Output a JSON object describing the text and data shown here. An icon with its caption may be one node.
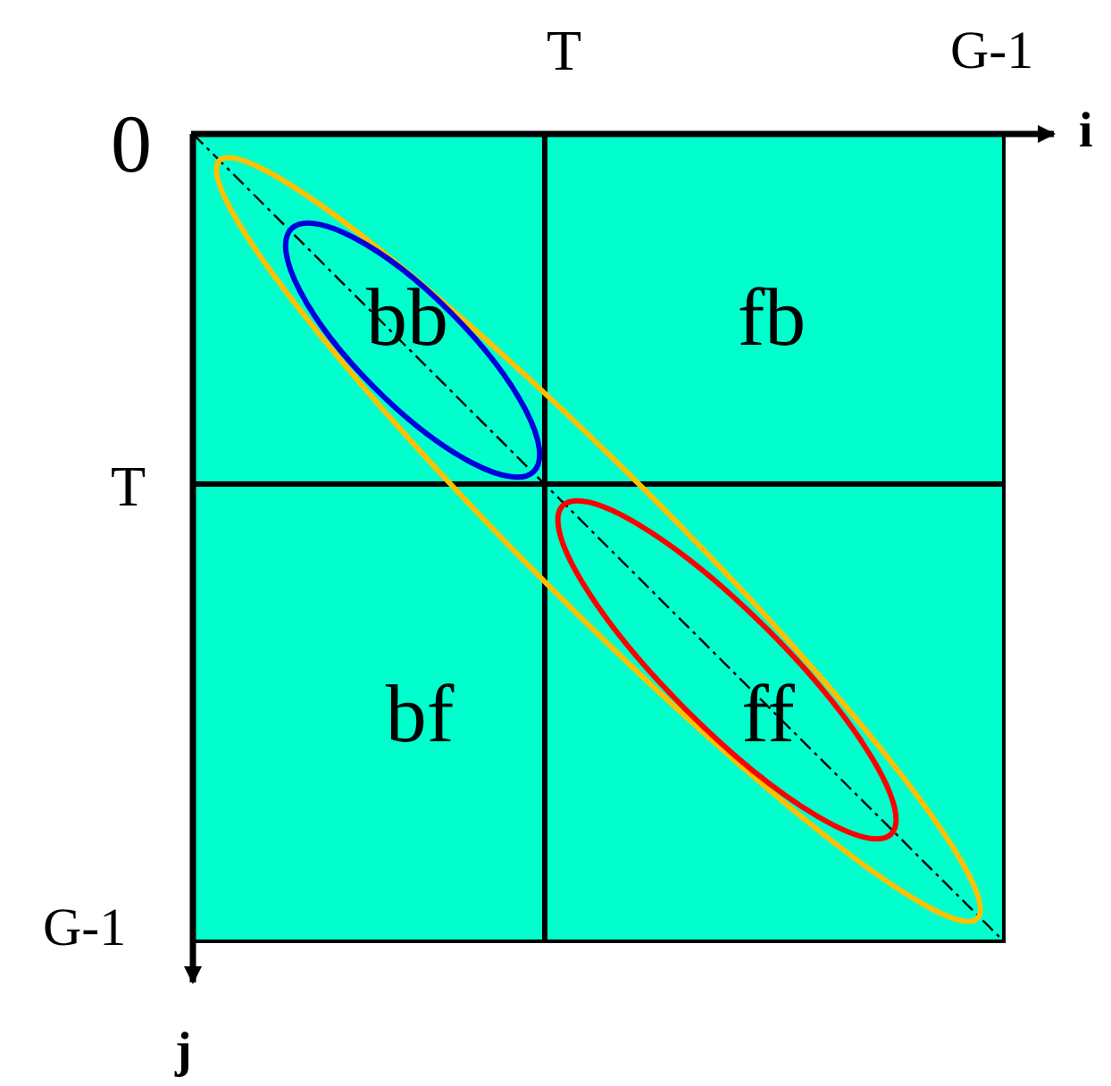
{
  "diagram": {
    "nodes": [
      {
        "text": [
          "bb"
        ]
      },
      {
        "text": [
          "fb"
        ]
      },
      {
        "text": [
          "bf"
        ]
      },
      {
        "text": [
          "ff"
        ]
      }
    ],
    "labels": [
      "T",
      "G-1",
      "0",
      "i",
      "T",
      "G-1",
      "j"
    ]
  }
}
